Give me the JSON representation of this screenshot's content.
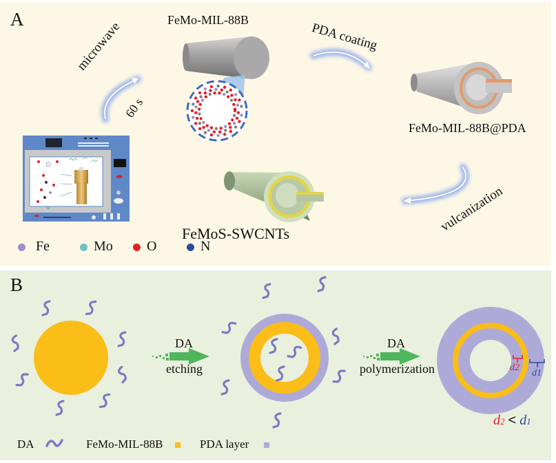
{
  "panel_a": {
    "label": "A",
    "step_labels": {
      "microwave": "microwave",
      "time": "60 s",
      "pda_coating": "PDA coating",
      "vulcanization": "vulcanization"
    },
    "structures": {
      "mof": "FeMo-MIL-88B",
      "mof_pda": "FeMo-MIL-88B@PDA",
      "product": "FeMoS-SWCNTs"
    },
    "legend": [
      {
        "symbol": "Fe",
        "color": "#9b8fcc"
      },
      {
        "symbol": "Mo",
        "color": "#6cc3c0"
      },
      {
        "symbol": "O",
        "color": "#e3202a"
      },
      {
        "symbol": "N",
        "color": "#2e4a9e"
      }
    ],
    "colors": {
      "background": "#fdf7e6",
      "arrow_glow": "#9db6ec",
      "rod_gray": "#a5a5a5",
      "pda_layer": "#e49a6a",
      "swcnt_green": "#a9bd98",
      "swcnt_yellow": "#e4d24d",
      "instrument_blue": "#5f88c8"
    }
  },
  "panel_b": {
    "label": "B",
    "steps": [
      {
        "reagent": "DA",
        "process": "etching"
      },
      {
        "reagent": "DA",
        "process": "polymerization"
      }
    ],
    "dimension_labels": {
      "inner": "d2",
      "outer": "d1",
      "relation_left": "d",
      "relation_left_sub": "2",
      "relation_op": "<",
      "relation_right": "d",
      "relation_right_sub": "1"
    },
    "legend": [
      {
        "label": "DA",
        "kind": "squiggle",
        "color": "#7d79c4"
      },
      {
        "label": "FeMo-MIL-88B",
        "kind": "square",
        "color": "#fbbd17"
      },
      {
        "label": "PDA layer",
        "kind": "square",
        "color": "#aeaad8"
      }
    ],
    "colors": {
      "background": "#e9f0de",
      "mof": "#fbbd17",
      "pda": "#aeaad8",
      "da": "#7d79c4",
      "arrow": "#4fb65c",
      "d2": "#e3202a",
      "d1": "#2e4a9e"
    }
  }
}
